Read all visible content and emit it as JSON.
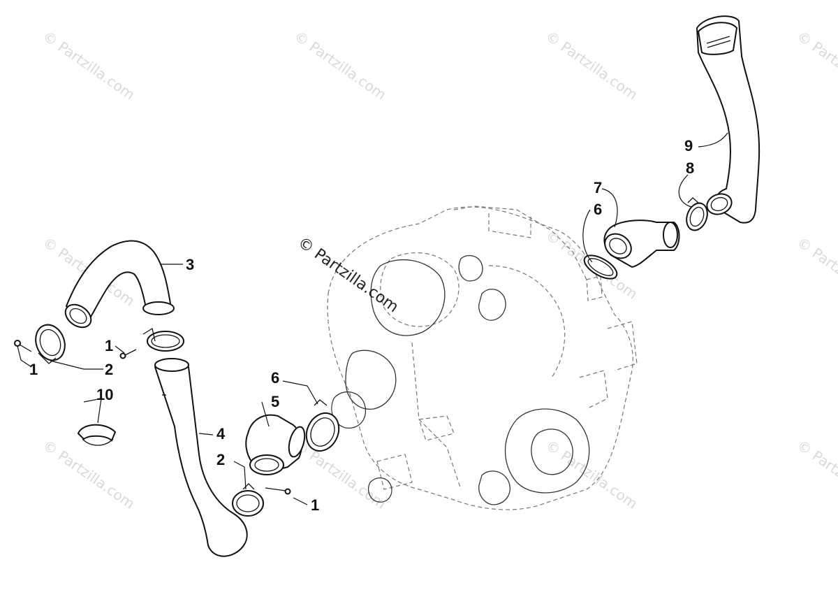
{
  "watermark": {
    "text": "© Partzilla.com",
    "main_text": "© Partzilla.com"
  },
  "callouts": {
    "c1a": "1",
    "c1b": "1",
    "c1c": "1",
    "c2a": "2",
    "c2b": "2",
    "c3": "3",
    "c4": "4",
    "c5": "5",
    "c6a": "6",
    "c6b": "6",
    "c7": "7",
    "c8": "8",
    "c9": "9",
    "c10": "10"
  }
}
